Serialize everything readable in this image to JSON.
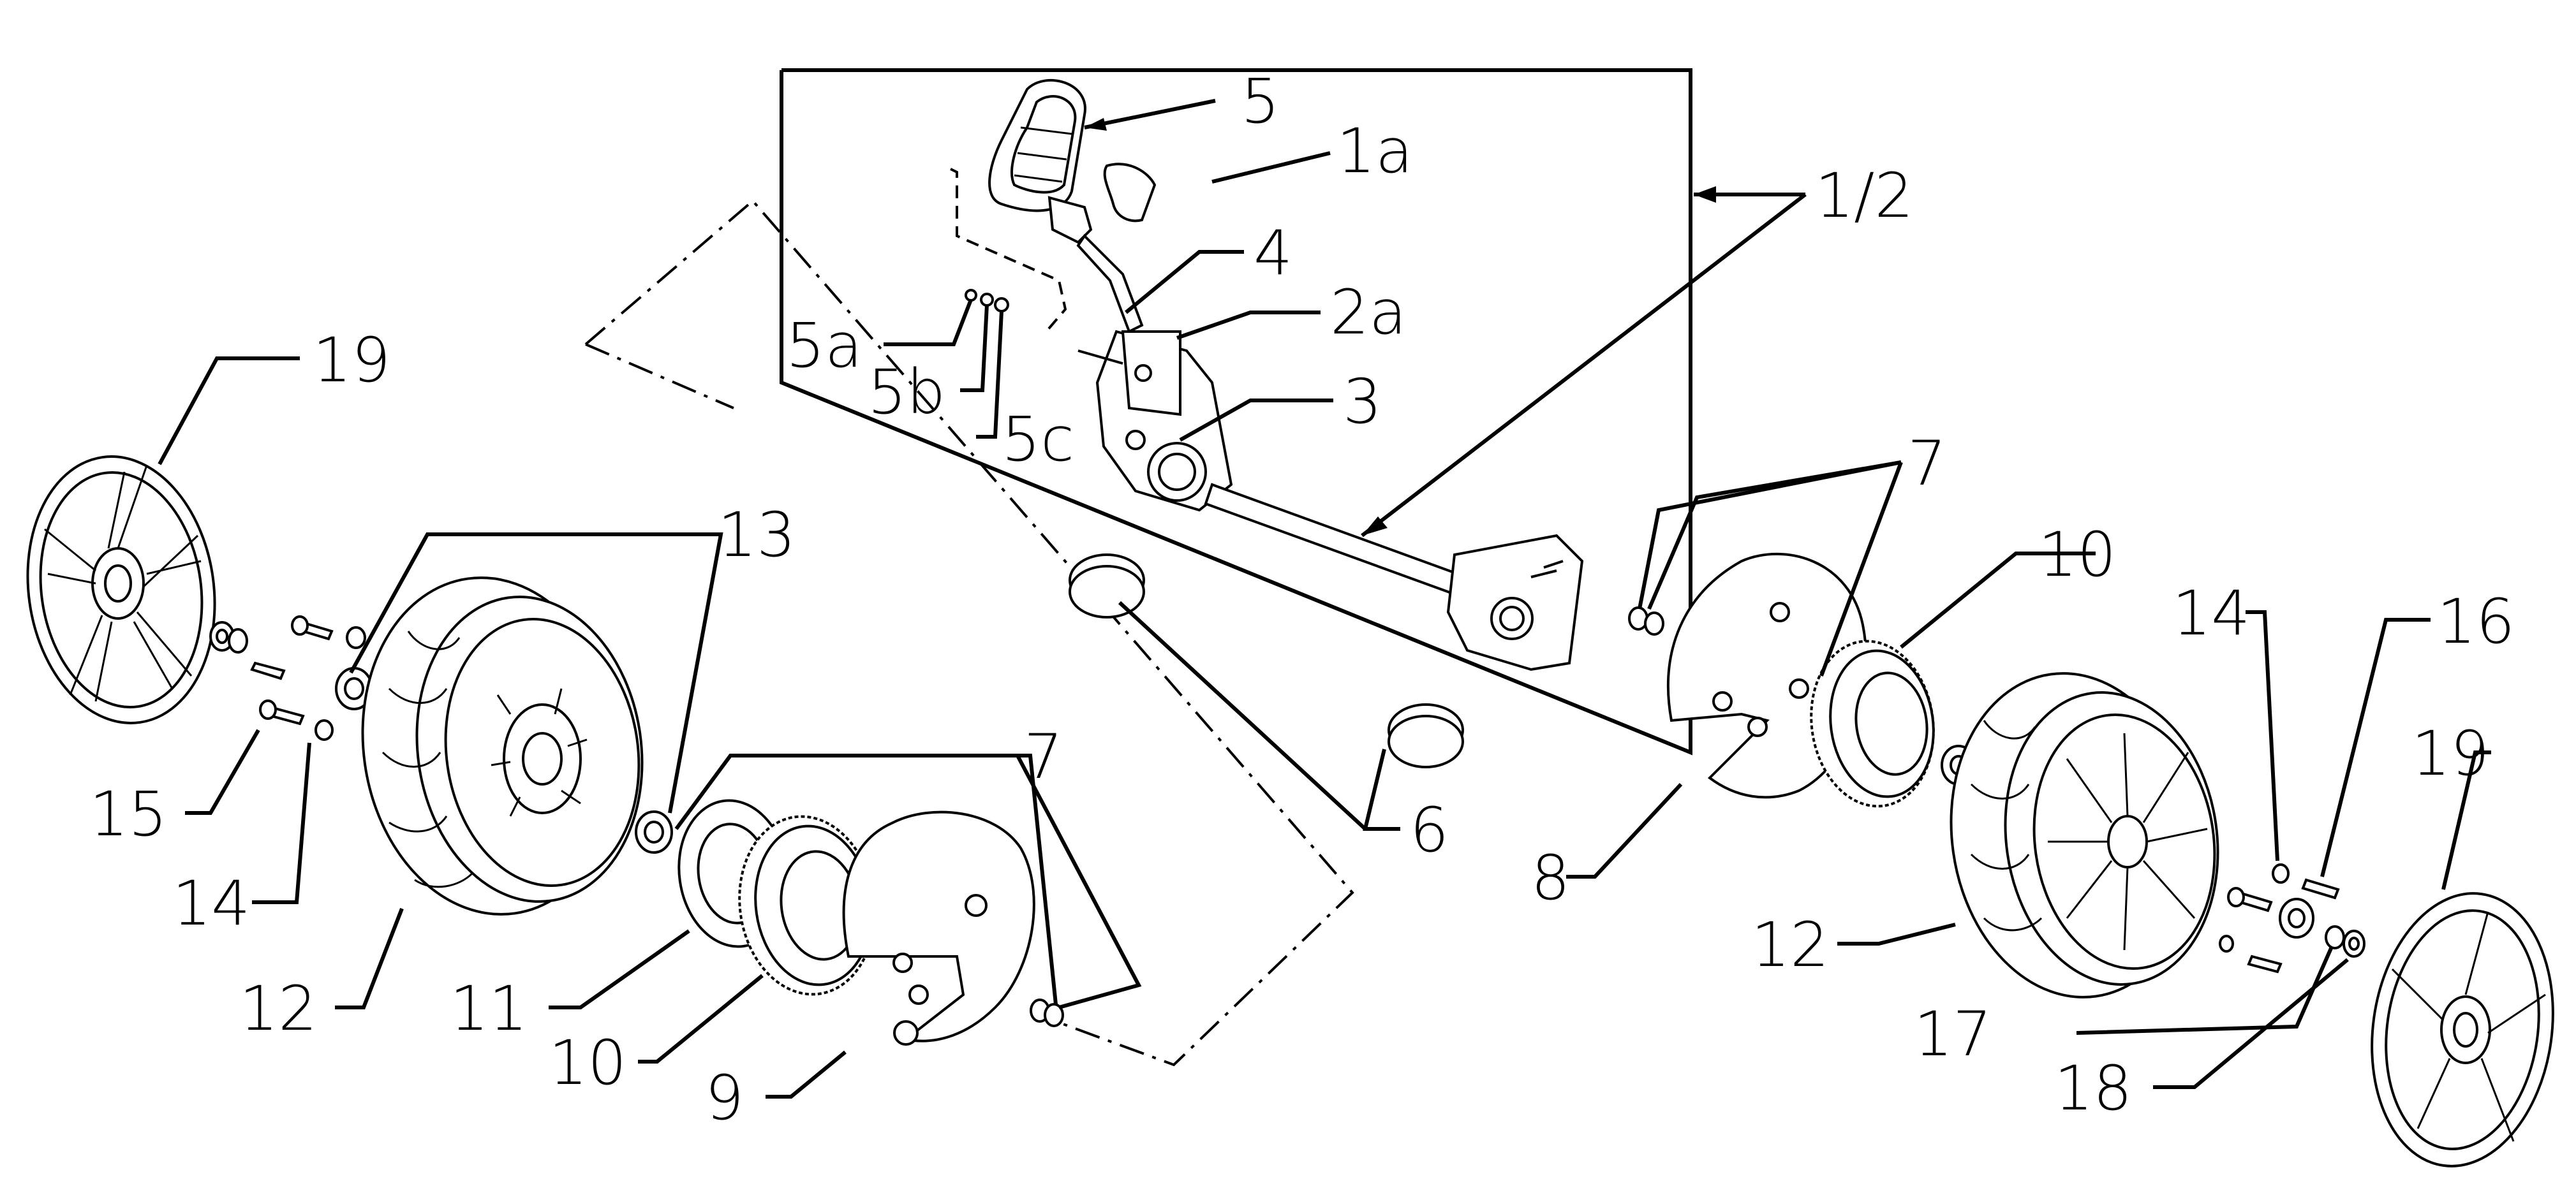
{
  "labels": {
    "l5": "5",
    "l1a": "1a",
    "l12_top": "1/2",
    "l4": "4",
    "l2a": "2a",
    "l3": "3",
    "l5a": "5a",
    "l5b": "5b",
    "l5c": "5c",
    "l19_left": "19",
    "l13": "13",
    "l15": "15",
    "l14_left": "14",
    "l12_left": "12",
    "l11": "11",
    "l10_left": "10",
    "l9": "9",
    "l7_left": "7",
    "l6": "6",
    "l7_right": "7",
    "l10_right": "10",
    "l8": "8",
    "l14_right": "14",
    "l16": "16",
    "l19_right": "19",
    "l12_right": "12",
    "l17": "17",
    "l18": "18"
  },
  "icons": [
    "handle-lever-icon",
    "wheel-icon",
    "hubcap-icon",
    "gear-icon",
    "cover-plate-icon",
    "bearing-icon",
    "bolt-icon",
    "washer-icon",
    "axle-icon",
    "bracket-icon"
  ]
}
